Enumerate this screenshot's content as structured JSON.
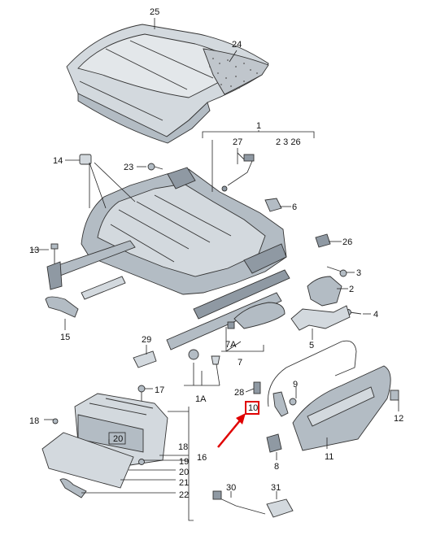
{
  "labels": {
    "l25": "25",
    "l24": "24",
    "l1": "1",
    "l27": "27",
    "l2326": "2 3 26",
    "l14": "14",
    "l23": "23",
    "l6": "6",
    "l26": "26",
    "l13": "13",
    "l3": "3",
    "l2": "2",
    "l4": "4",
    "l15": "15",
    "l29": "29",
    "l7A": "7A",
    "l5": "5",
    "l7": "7",
    "l17": "17",
    "l1A": "1A",
    "l28": "28",
    "l9": "9",
    "l10": "10",
    "l12": "12",
    "l18": "18",
    "l20": "20",
    "l18b": "18",
    "l16": "16",
    "l19": "19",
    "l20b": "20",
    "l21": "21",
    "l22": "22",
    "l8": "8",
    "l11": "11",
    "l30": "30",
    "l31": "31"
  },
  "highlight": {
    "part": "10",
    "box_color": "#e00000",
    "arrow_color": "#e00000"
  }
}
